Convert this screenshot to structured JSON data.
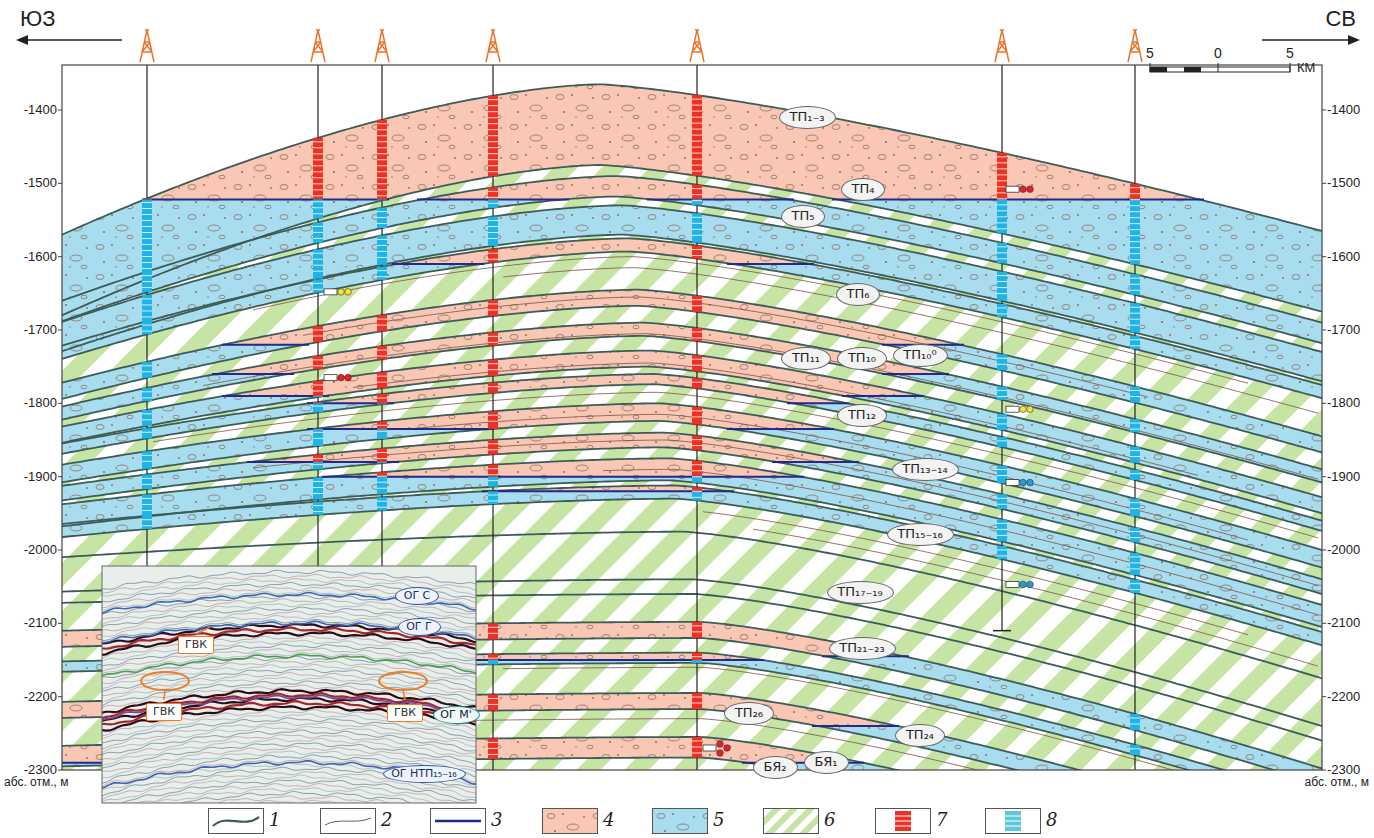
{
  "diagram": {
    "nodes": [
      {
        "text": [
          "ТП₁₋₃"
        ]
      },
      {
        "text": [
          "ТП₄"
        ]
      },
      {
        "text": [
          "ТП₅"
        ]
      },
      {
        "text": [
          "ТП₆"
        ]
      },
      {
        "text": [
          "ТП₁₁"
        ]
      },
      {
        "text": [
          "ТП₁₀"
        ]
      },
      {
        "text": [
          "ТП₁₀⁰"
        ]
      },
      {
        "text": [
          "ТП₁₂"
        ]
      },
      {
        "text": [
          "ТП₁₃₋₁₄"
        ]
      },
      {
        "text": [
          "ТП₁₅₋₁₆"
        ]
      },
      {
        "text": [
          "ТП₁₇₋₁₉"
        ]
      },
      {
        "text": [
          "ТП₂₁₋₂₃"
        ]
      },
      {
        "text": [
          "ТП₂₆"
        ]
      },
      {
        "text": [
          "ТП₂₄"
        ]
      },
      {
        "text": [
          "БЯ₂"
        ]
      },
      {
        "text": [
          "БЯ₁"
        ]
      },
      {
        "text": [
          "ОГ С"
        ]
      },
      {
        "text": [
          "ОГ Г"
        ]
      },
      {
        "text": [
          "ГВК"
        ]
      },
      {
        "text": [
          "ОГ М'"
        ]
      },
      {
        "text": [
          "ГВК"
        ]
      },
      {
        "text": [
          "ГВК"
        ]
      },
      {
        "text": [
          "ОГ НТП₁₅₋₁₆"
        ]
      }
    ],
    "labels": [
      "ЮЗ",
      "СВ",
      "-1400",
      "-1500",
      "-1600",
      "-1700",
      "-1800",
      "-1900",
      "-2000",
      "-2100",
      "-2200",
      "-2300",
      "-1400",
      "-1500",
      "-1600",
      "-1700",
      "-1800",
      "-1900",
      "-2000",
      "-2100",
      "-2200",
      "-2300",
      "абс. отм., м",
      "абс. отм., м",
      "5",
      "0",
      "5",
      "КМ"
    ],
    "legend": [
      {
        "text": "1"
      },
      {
        "text": "2"
      },
      {
        "text": "3"
      },
      {
        "text": "4",
        "color": "#f9c7b4"
      },
      {
        "text": "5",
        "color": "#a7ddef"
      },
      {
        "text": "6",
        "color": "#c6e4a3"
      },
      {
        "text": "7",
        "color": "#ee3124"
      },
      {
        "text": "8",
        "color": "#5fc6dc"
      }
    ]
  }
}
